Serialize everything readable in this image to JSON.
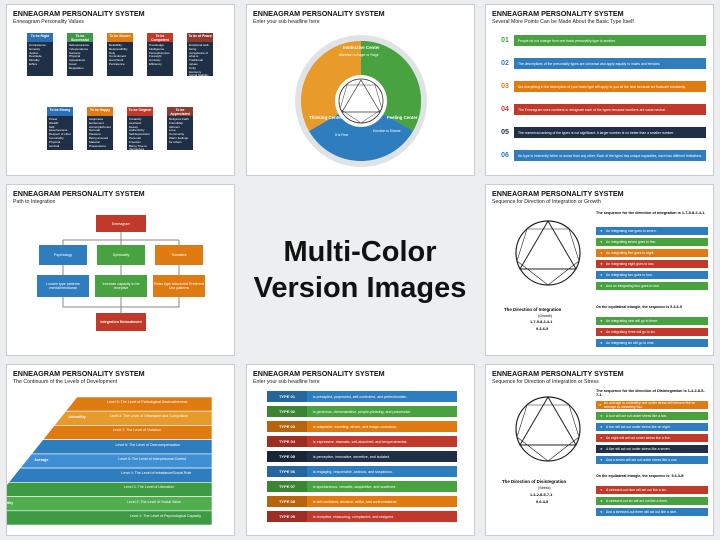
{
  "center": {
    "line1": "Multi-Color",
    "line2": "Version Images"
  },
  "slides": {
    "s1": {
      "title": "ENNEAGRAM PERSONALITY SYSTEM",
      "subtitle": "Enneagram Personality Values",
      "cards_top": [
        {
          "head": "To be Right",
          "color": "#2b6fb6",
          "body": [
            "Competence",
            "Honesty",
            "Justice",
            "Rectitude",
            "Morality",
            "Ethics"
          ]
        },
        {
          "head": "To be Successful",
          "color": "#3f9a45",
          "body": [
            "Self-assurance",
            "Independence",
            "Success",
            "Physical",
            "Appearance",
            "Good Reputation"
          ]
        },
        {
          "head": "To be Secure",
          "color": "#e07b12",
          "body": [
            "Reliability",
            "Responsibility",
            "Duty",
            "Commitment",
            "Hard Work",
            "Persistence"
          ]
        },
        {
          "head": "To be Competent",
          "color": "#c0392b",
          "body": [
            "Knowledge",
            "Intelligence",
            "Perceptiveness",
            "Foresight",
            "Curiosity",
            "Efficiency"
          ]
        },
        {
          "head": "To be at Peace",
          "color": "#8e3b2f",
          "body": [
            "Emotional well-being",
            "Acceptance of what is",
            "Traditional values",
            "Unity",
            "Harmony",
            "Social Stability"
          ]
        }
      ],
      "cards_bottom": [
        {
          "head": "To be Strong",
          "color": "#2b6fb6",
          "body": [
            "Power",
            "Wealth",
            "Self-assertiveness",
            "Respect of other",
            "Immortality",
            "Physical survival"
          ]
        },
        {
          "head": "To be Happy",
          "color": "#e07b12",
          "body": [
            "Happiness",
            "Excitement",
            "Accomplishment",
            "Sensual Pleasure",
            "Being amused",
            "Material Possessions"
          ]
        },
        {
          "head": "To be Original",
          "color": "#c0392b",
          "body": [
            "Creativity",
            "Aesthetic beauty",
            "Authenticity",
            "Self-Expression",
            "Personal Freedom",
            "Being True to themselves"
          ]
        },
        {
          "head": "To be Appreciated",
          "color": "#8e3b2f",
          "body": [
            "Religious Faith",
            "Friendship",
            "Altruism",
            "Love",
            "Community",
            "Warm feelings for others"
          ]
        }
      ]
    },
    "s2": {
      "title": "ENNEAGRAM PERSONALITY SYSTEM",
      "subtitle": "Enter your sub headline here",
      "instinctive": "Instinctive Center",
      "instinctive_sub": "Attention is Anger or Rage",
      "thinking": "Thinking Center",
      "thinking_sub": "It is Fear",
      "feeling": "Feeling Center",
      "feeling_sub": "Emotion is Shame"
    },
    "s3": {
      "title": "ENNEAGRAM PERSONALITY SYSTEM",
      "subtitle": "Several More Points Can be Made About the Basic Type Itself",
      "items": [
        {
          "num": "01",
          "color": "#48a23f",
          "text": "People do not change from one basic personality type to another."
        },
        {
          "num": "02",
          "color": "#2e7dbf",
          "text": "The descriptions of the personality types are universal and apply equally to males and females."
        },
        {
          "num": "03",
          "color": "#e07b12",
          "text": "Not everything in the description of your basic type will apply to you all the time because we fluctuate constantly."
        },
        {
          "num": "04",
          "color": "#c0392b",
          "text": "The Enneagram uses numbers to designate each of the types because numbers are value neutral."
        },
        {
          "num": "05",
          "color": "#1f2f45",
          "text": "The numerical ranking of the types is not significant. A larger number is no better than a smaller number."
        },
        {
          "num": "06",
          "color": "#2e7dbf",
          "text": "No type is inherently better or worse than any other. Each of the types has unique capacities, each has different limitations."
        }
      ]
    },
    "s4": {
      "title": "ENNEAGRAM PERSONALITY SYSTEM",
      "subtitle": "Path to Integration",
      "top": "Enneagram",
      "mid": [
        "Psychology",
        "Spirituality",
        "Somatics"
      ],
      "low": [
        "Loosen type patterns mental/emotional",
        "Increase capacity to be receptive",
        "Relax type structured Preferred Use patterns"
      ],
      "bottom": "Integration Embodiment"
    },
    "s5": {
      "title": "ENNEAGRAM PERSONALITY SYSTEM",
      "subtitle": "Sequence for Direction of Integration or Growth",
      "heading1": "The sequence for the direction of integration is 1-7-5-8-2-4-1.",
      "bars1": [
        "An integrating one goes to seven.",
        "An integrating seven goes to five.",
        "An integrating five goes to eight.",
        "An integrating eight goes to two.",
        "An integrating two goes to four.",
        "And an integrating four goes to one."
      ],
      "heading2": "On the equilateral triangle, the sequence is 9-3-6-9",
      "bars2": [
        "An integrating nine will go to three.",
        "An integrating three will go to six.",
        "An integrating six will go to nine."
      ],
      "dir_title": "The Direction of Integration",
      "dir_sub": "(Growth)",
      "dir_seq1": "1-7-5-8-2-4-1",
      "dir_seq2": "9-3-6-9"
    },
    "s6": {
      "title": "ENNEAGRAM PERSONALITY SYSTEM",
      "subtitle": "The Continuum of the Levels of Development",
      "levels": [
        {
          "label": "Level 9: The Level of Pathological Destructiveness",
          "color": "#e07b12"
        },
        {
          "label": "Level 8: The Level of Obsession and Compulsion",
          "color": "#e89a2a"
        },
        {
          "label": "Level 7: The Level of Violation",
          "color": "#e07b12"
        },
        {
          "label": "Level 6: The Level of Overcompensation",
          "color": "#2e7dbf"
        },
        {
          "label": "Level 5: The Level of Interpersonal Control",
          "color": "#3f8fd4"
        },
        {
          "label": "Level 4: The Level of Imbalance/Social Role",
          "color": "#2e7dbf"
        },
        {
          "label": "Level 3: The Level of Liberation",
          "color": "#3f9a45"
        },
        {
          "label": "Level 2: The Level of Social Value",
          "color": "#52ad4f"
        },
        {
          "label": "Level 1: The Level of Psychological Capacity",
          "color": "#3f9a45"
        }
      ],
      "zones": [
        "Unhealthy",
        "Average",
        "Healthy"
      ]
    },
    "s7": {
      "title": "ENNEAGRAM PERSONALITY SYSTEM",
      "subtitle": "Enter your sub headline here",
      "types": [
        {
          "label": "TYPE 01",
          "color": "#2e7dbf",
          "text": "is principled, purposeful, self-controlled, and perfectionistic."
        },
        {
          "label": "TYPE 02",
          "color": "#48a23f",
          "text": "is generous, demonstrative, people-pleasing, and possessive."
        },
        {
          "label": "TYPE 03",
          "color": "#e07b12",
          "text": "is adaptable, excelling, driven, and image-conscious."
        },
        {
          "label": "TYPE 04",
          "color": "#c0392b",
          "text": "is expressive, dramatic, self-absorbed, and temperamental."
        },
        {
          "label": "TYPE 05",
          "color": "#1f2f45",
          "text": "is perceptive, innovative, secretive, and isolated."
        },
        {
          "label": "TYPE 06",
          "color": "#2e7dbf",
          "text": "is engaging, responsible, anxious, and suspicious."
        },
        {
          "label": "TYPE 07",
          "color": "#48a23f",
          "text": "is spontaneous, versatile, acquisitive, and scattered."
        },
        {
          "label": "TYPE 08",
          "color": "#e07b12",
          "text": "is self-confident, decisive, willful, and confrontational."
        },
        {
          "label": "TYPE 09",
          "color": "#c0392b",
          "text": "is receptive, reassuring, complacent, and resigned."
        }
      ]
    },
    "s8": {
      "title": "ENNEAGRAM PERSONALITY SYSTEM",
      "subtitle": "Sequence for Direction of Integration or Stress",
      "heading1": "The sequence for the direction of Disintegration is 1-4-2-8-5-7-1.",
      "bars1": [
        "An average to unhealthy one under stress will behave like an average to unhealthy four.",
        "A four will act out under stress like a two.",
        "A two will act out under stress like an eight.",
        "An eight will act out under stress like a five.",
        "A five will act out under stress like a seven.",
        "And a seven will act out under stress like a one."
      ],
      "heading2": "On the equilateral triangle, the sequence is: 9-6-3-9:",
      "bars2": [
        "A stressed-out nine will act out like a six.",
        "A stressed-out six will act out like a three.",
        "And a stressed-out three will act out like a nine."
      ],
      "dir_title": "The Direction of Disintegration",
      "dir_sub": "(Stress)",
      "dir_seq1": "1-4-2-8-5-7-1",
      "dir_seq2": "9-6-3-9"
    }
  },
  "colors": {
    "blue": "#2e7dbf",
    "green": "#48a23f",
    "orange": "#e07b12",
    "red": "#c0392b",
    "navy": "#1f2f45"
  }
}
